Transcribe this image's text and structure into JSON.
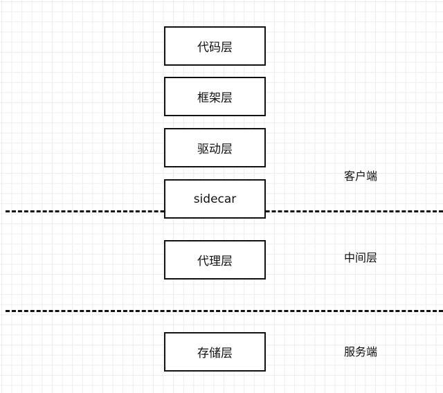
{
  "layers": [
    {
      "label": "代码层"
    },
    {
      "label": "框架层"
    },
    {
      "label": "驱动层"
    },
    {
      "label": "sidecar"
    },
    {
      "label": "代理层"
    },
    {
      "label": "存储层"
    }
  ],
  "zones": {
    "client": "客户端",
    "middle": "中间层",
    "server": "服务端"
  }
}
